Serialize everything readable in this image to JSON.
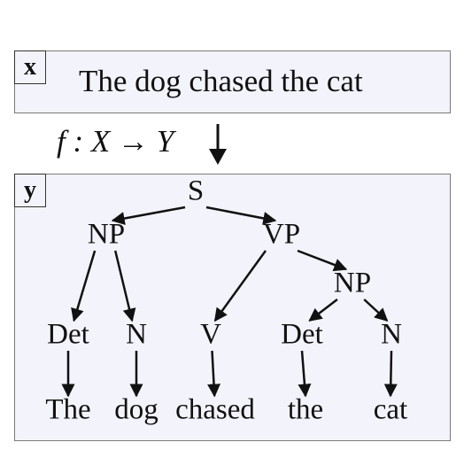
{
  "input_box": {
    "tag": "x",
    "sentence": "The dog chased the cat"
  },
  "mapping": {
    "label": "f : X → Y"
  },
  "output_box": {
    "tag": "y",
    "tree_nodes": [
      {
        "id": "s",
        "label": "S"
      },
      {
        "id": "np1",
        "label": "NP"
      },
      {
        "id": "vp",
        "label": "VP"
      },
      {
        "id": "np2",
        "label": "NP"
      },
      {
        "id": "det1",
        "label": "Det"
      },
      {
        "id": "n1",
        "label": "N"
      },
      {
        "id": "v",
        "label": "V"
      },
      {
        "id": "det2",
        "label": "Det"
      },
      {
        "id": "n2",
        "label": "N"
      }
    ],
    "words": [
      {
        "id": "w1",
        "label": "The"
      },
      {
        "id": "w2",
        "label": "dog"
      },
      {
        "id": "w3",
        "label": "chased"
      },
      {
        "id": "w4",
        "label": "the"
      },
      {
        "id": "w5",
        "label": "cat"
      }
    ],
    "edges": [
      [
        "s",
        "np1"
      ],
      [
        "s",
        "vp"
      ],
      [
        "np1",
        "det1"
      ],
      [
        "np1",
        "n1"
      ],
      [
        "vp",
        "v"
      ],
      [
        "vp",
        "np2"
      ],
      [
        "np2",
        "det2"
      ],
      [
        "np2",
        "n2"
      ],
      [
        "det1",
        "w1"
      ],
      [
        "n1",
        "w2"
      ],
      [
        "v",
        "w3"
      ],
      [
        "det2",
        "w4"
      ],
      [
        "n2",
        "w5"
      ]
    ]
  }
}
